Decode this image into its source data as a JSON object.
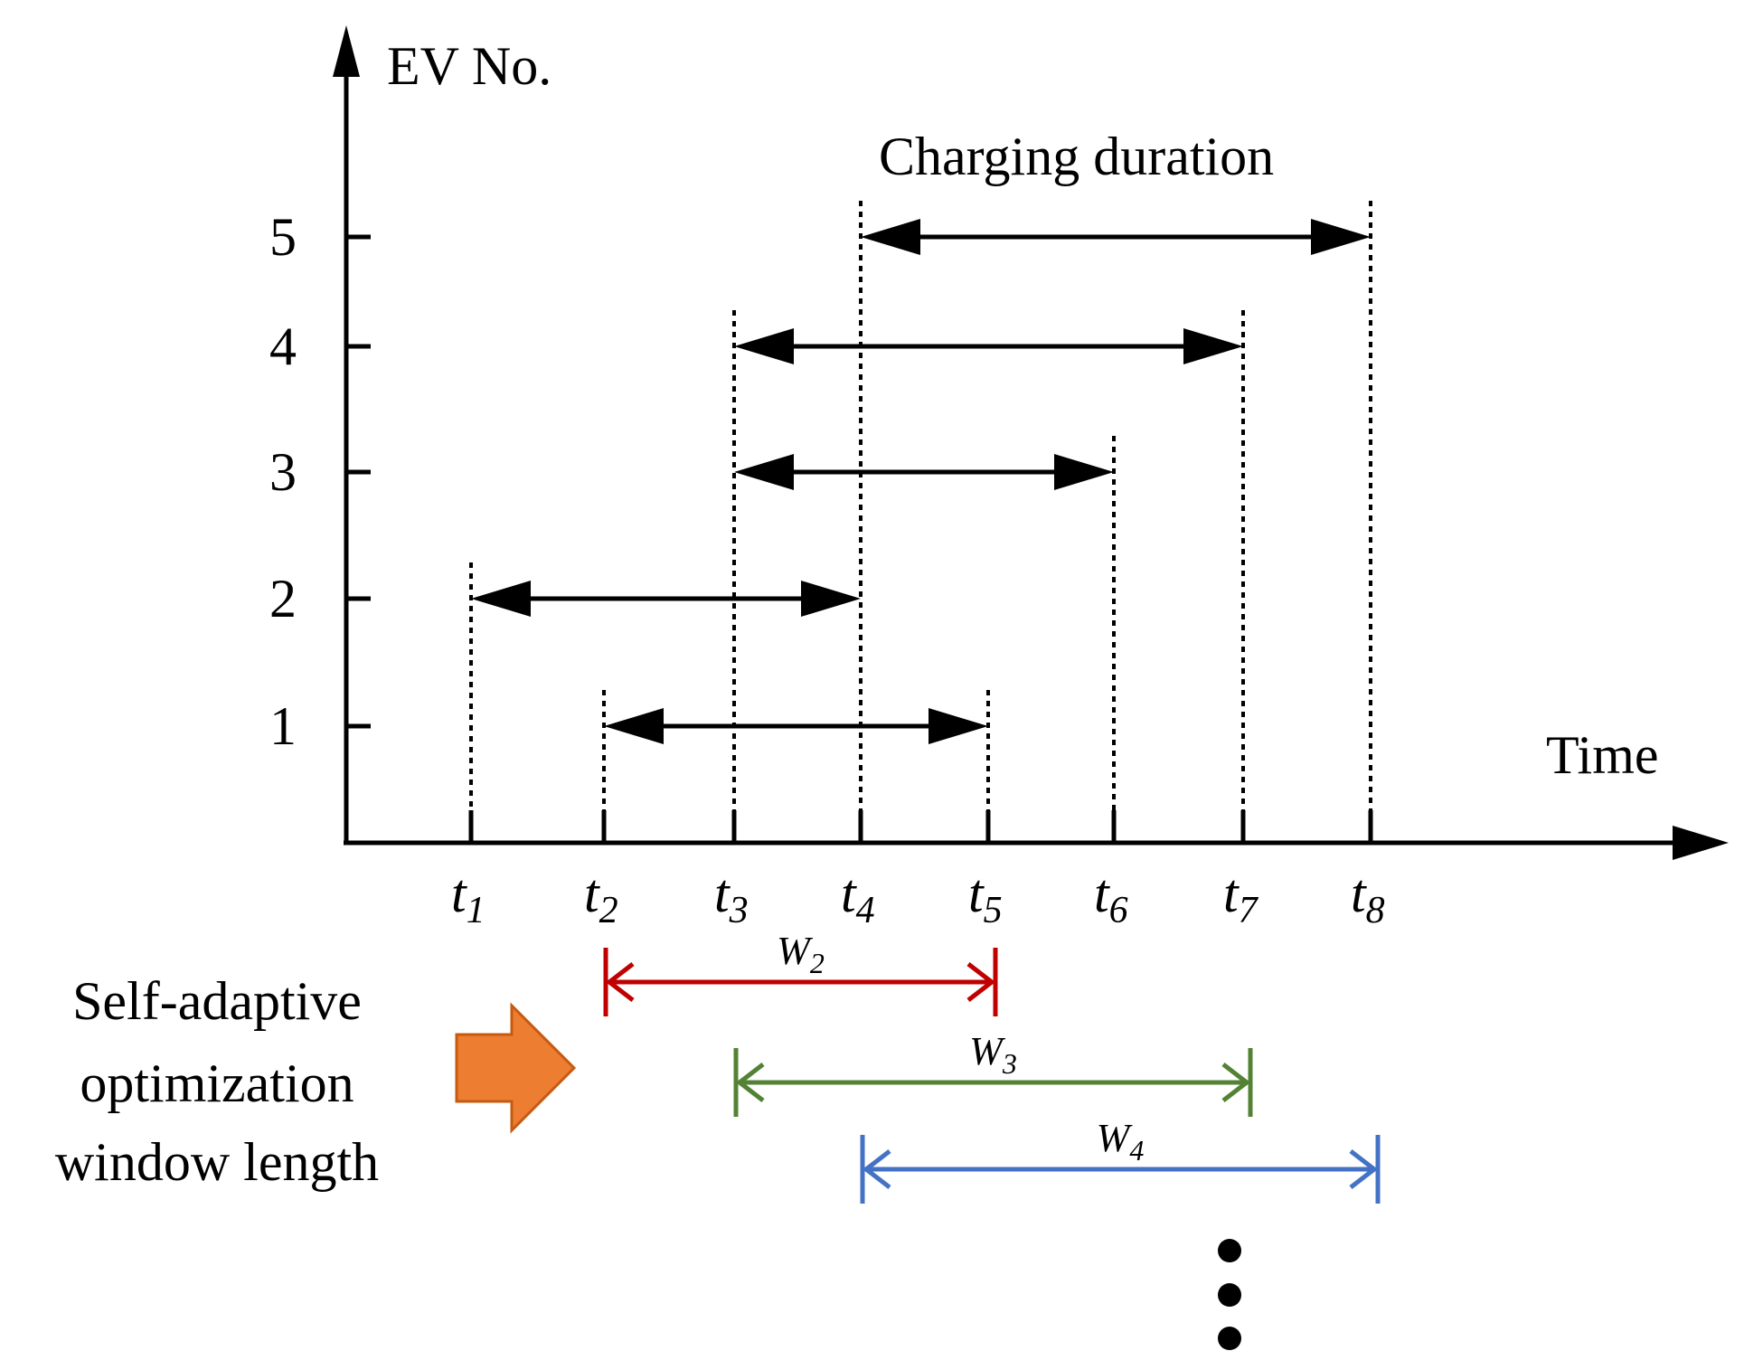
{
  "axes": {
    "y_label": "EV No.",
    "x_label": "Time",
    "y_ticks": [
      "1",
      "2",
      "3",
      "4",
      "5"
    ]
  },
  "time_marks": [
    {
      "base": "t",
      "sub": "1"
    },
    {
      "base": "t",
      "sub": "2"
    },
    {
      "base": "t",
      "sub": "3"
    },
    {
      "base": "t",
      "sub": "4"
    },
    {
      "base": "t",
      "sub": "5"
    },
    {
      "base": "t",
      "sub": "6"
    },
    {
      "base": "t",
      "sub": "7"
    },
    {
      "base": "t",
      "sub": "8"
    }
  ],
  "charging_label": "Charging duration",
  "charging_intervals": [
    {
      "ev": "1",
      "start": "t2",
      "end": "t5"
    },
    {
      "ev": "2",
      "start": "t1",
      "end": "t4"
    },
    {
      "ev": "3",
      "start": "t3",
      "end": "t6"
    },
    {
      "ev": "4",
      "start": "t3",
      "end": "t7"
    },
    {
      "ev": "5",
      "start": "t4",
      "end": "t8"
    }
  ],
  "windows": [
    {
      "base": "W",
      "sub": "2",
      "start": "t2",
      "end": "t5",
      "color": "#c00000"
    },
    {
      "base": "W",
      "sub": "3",
      "start": "t3",
      "end": "t7",
      "color": "#548235"
    },
    {
      "base": "W",
      "sub": "4",
      "start": "t4",
      "end": "t8",
      "color": "#4472c4"
    }
  ],
  "side_label": [
    "Self-adaptive",
    "optimization",
    "window length"
  ],
  "arrow_color": "#ed7d31",
  "arrow_stroke": "#c55a11",
  "continuation": "vertical-ellipsis"
}
